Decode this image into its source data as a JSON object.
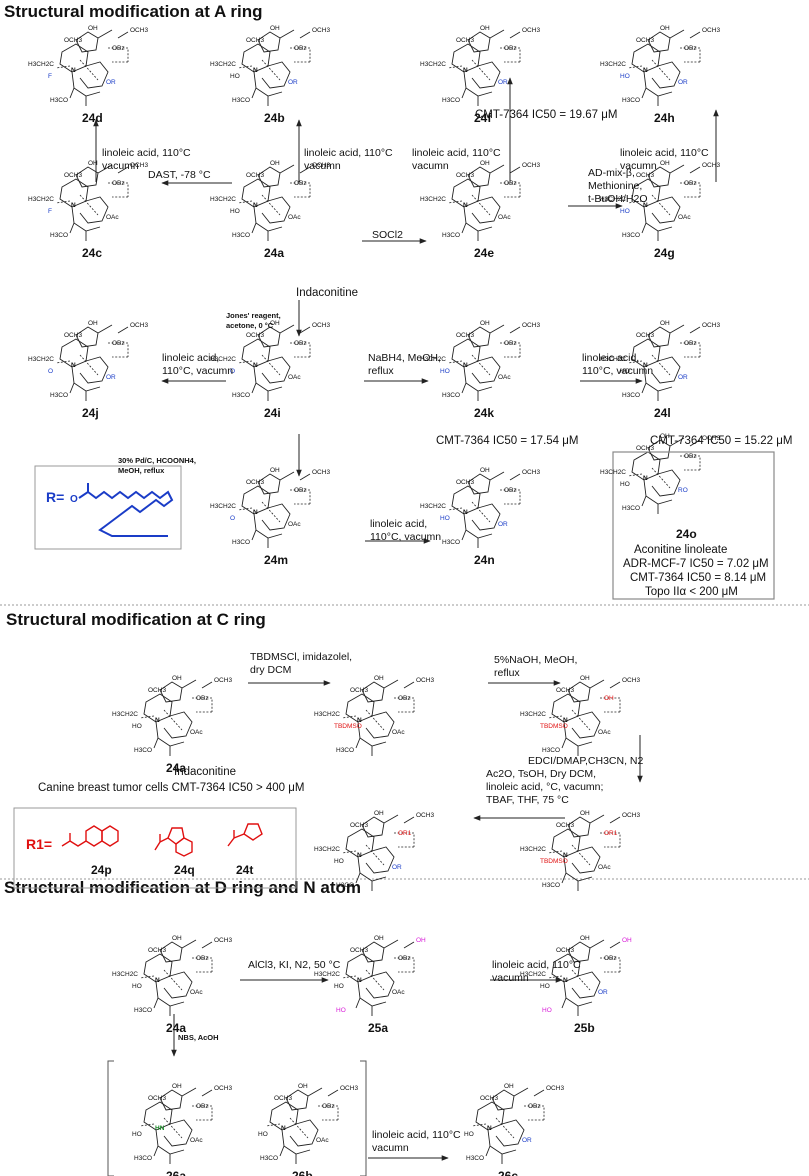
{
  "sections": [
    {
      "title": "Structural modification at A ring"
    },
    {
      "title": "Structural modification at C ring"
    },
    {
      "title": "Structural modification at D ring and N atom"
    }
  ],
  "molecules": [
    {
      "id": "24d",
      "labels": {
        "a": "OCH3",
        "b": "OBz",
        "c": "N",
        "d": "OR",
        "e": "H3CH2C",
        "f": "H3CO",
        "g": "F"
      },
      "colors": {
        "g": "#1a3cc7",
        "d": "#1a3cc7"
      }
    },
    {
      "id": "24b",
      "labels": {
        "a": "OCH3",
        "b": "OBz",
        "c": "N",
        "d": "OR",
        "e": "H3CH2C",
        "f": "H3CO",
        "g": "HO"
      },
      "colors": {
        "d": "#1a3cc7"
      }
    },
    {
      "id": "24f",
      "labels": {
        "a": "OCH3",
        "b": "OBz",
        "c": "N",
        "d": "OR",
        "e": "H3CH2C",
        "f": "H3CO",
        "g": ""
      },
      "colors": {
        "d": "#1a3cc7"
      }
    },
    {
      "id": "24h",
      "labels": {
        "a": "OCH3",
        "b": "OBz",
        "c": "N",
        "d": "OR",
        "e": "H3CH2C",
        "f": "H3CO",
        "g": "HO"
      },
      "colors": {
        "d": "#1a3cc7",
        "g": "#1a3cc7"
      }
    },
    {
      "id": "24c",
      "labels": {
        "a": "OCH3",
        "b": "OBz",
        "c": "N",
        "d": "OAc",
        "e": "H3CH2C",
        "f": "H3CO",
        "g": "F"
      },
      "colors": {
        "g": "#1a3cc7"
      }
    },
    {
      "id": "24a",
      "labels": {
        "a": "OCH3",
        "b": "OBz",
        "c": "N",
        "d": "OAc",
        "e": "H3CH2C",
        "f": "H3CO",
        "g": "HO"
      },
      "colors": {}
    },
    {
      "id": "24e",
      "labels": {
        "a": "OCH3",
        "b": "OBz",
        "c": "N",
        "d": "OAc",
        "e": "H3CH2C",
        "f": "H3CO",
        "g": ""
      },
      "colors": {}
    },
    {
      "id": "24g",
      "labels": {
        "a": "OCH3",
        "b": "OBz",
        "c": "N",
        "d": "OAc",
        "e": "H3CH2C",
        "f": "H3CO",
        "g": "HO"
      },
      "colors": {
        "g": "#1a3cc7"
      }
    },
    {
      "id": "24j",
      "labels": {
        "a": "OCH3",
        "b": "OBz",
        "c": "N",
        "d": "OR",
        "e": "H3CH2C",
        "f": "H3CO",
        "g": "O"
      },
      "colors": {
        "d": "#1a3cc7",
        "g": "#1a3cc7"
      }
    },
    {
      "id": "24i",
      "labels": {
        "a": "OCH3",
        "b": "OBz",
        "c": "N",
        "d": "OAc",
        "e": "H3CH2C",
        "f": "H3CO",
        "g": "O"
      },
      "colors": {
        "g": "#1a3cc7"
      }
    },
    {
      "id": "24k",
      "labels": {
        "a": "OCH3",
        "b": "OBz",
        "c": "N",
        "d": "OAc",
        "e": "H3CH2C",
        "f": "H3CO",
        "g": "HO"
      },
      "colors": {
        "g": "#1a3cc7"
      }
    },
    {
      "id": "24l",
      "labels": {
        "a": "OCH3",
        "b": "OBz",
        "c": "N",
        "d": "OR",
        "e": "H3CH2C",
        "f": "H3CO",
        "g": "HO"
      },
      "colors": {
        "d": "#1a3cc7"
      }
    },
    {
      "id": "24m",
      "labels": {
        "a": "OCH3",
        "b": "OBz",
        "c": "N",
        "d": "OAc",
        "e": "H3CH2C",
        "f": "H3CO",
        "g": "O"
      },
      "colors": {
        "g": "#1a3cc7"
      }
    },
    {
      "id": "24n",
      "labels": {
        "a": "OCH3",
        "b": "OBz",
        "c": "N",
        "d": "OR",
        "e": "H3CH2C",
        "f": "H3CO",
        "g": "HO"
      },
      "colors": {
        "d": "#1a3cc7",
        "g": "#1a3cc7"
      }
    },
    {
      "id": "24o",
      "labels": {
        "a": "OCH3",
        "b": "OBz",
        "c": "N",
        "d": "RO",
        "e": "H3CH2C",
        "f": "H3CO",
        "g": "HO"
      },
      "colors": {
        "d": "#1a3cc7"
      }
    },
    {
      "id": "24a",
      "labels": {
        "a": "OCH3",
        "b": "OBz",
        "c": "N",
        "d": "OAc",
        "e": "H3CH2C",
        "f": "H3CO",
        "g": "HO"
      },
      "colors": {}
    },
    {
      "id": "",
      "labels": {
        "a": "OCH3",
        "b": "OBz",
        "c": "N",
        "d": "OAc",
        "e": "H3CH2C",
        "f": "H3CO",
        "g": "TBDMSO"
      },
      "colors": {
        "g": "#e01010"
      }
    },
    {
      "id": "",
      "labels": {
        "a": "OCH3",
        "b": "OH",
        "c": "N",
        "d": "OAc",
        "e": "H3CH2C",
        "f": "H3CO",
        "g": "TBDMSO"
      },
      "colors": {
        "g": "#e01010",
        "b": "#e01010"
      }
    },
    {
      "id": "",
      "labels": {
        "a": "OCH3",
        "b": "OR1",
        "c": "N",
        "d": "OAc",
        "e": "H3CH2C",
        "f": "H3CO",
        "g": "TBDMSO"
      },
      "colors": {
        "g": "#e01010",
        "b": "#e01010"
      }
    },
    {
      "id": "",
      "labels": {
        "a": "OCH3",
        "b": "OR1",
        "c": "N",
        "d": "OR",
        "e": "H3CH2C",
        "f": "H3CO",
        "g": "HO"
      },
      "colors": {
        "b": "#e01010",
        "d": "#1a3cc7"
      }
    },
    {
      "id": "24a",
      "labels": {
        "a": "OCH3",
        "b": "OBz",
        "c": "N",
        "d": "OAc",
        "e": "H3CH2C",
        "f": "H3CO",
        "g": "HO"
      },
      "colors": {}
    },
    {
      "id": "25a",
      "labels": {
        "a": "OH",
        "b": "OBz",
        "c": "N",
        "d": "OAc",
        "e": "H3CH2C",
        "f": "HO",
        "g": "HO"
      },
      "colors": {
        "a": "#d81bd8",
        "f": "#d81bd8"
      }
    },
    {
      "id": "25b",
      "labels": {
        "a": "OH",
        "b": "OBz",
        "c": "N",
        "d": "OR",
        "e": "H3CH2C",
        "f": "HO",
        "g": "HO"
      },
      "colors": {
        "a": "#d81bd8",
        "f": "#d81bd8",
        "d": "#1a3cc7"
      }
    },
    {
      "id": "26a",
      "labels": {
        "a": "OCH3",
        "b": "OBz",
        "c": "HN",
        "d": "OAc",
        "e": "",
        "f": "H3CO",
        "g": "HO"
      },
      "colors": {
        "c": "#1f8a2c"
      }
    },
    {
      "id": "26b",
      "labels": {
        "a": "OCH3",
        "b": "OBz",
        "c": "N",
        "d": "OAc",
        "e": "",
        "f": "H3CO",
        "g": "HO"
      },
      "colors": {}
    },
    {
      "id": "26c",
      "labels": {
        "a": "OCH3",
        "b": "OBz",
        "c": "N",
        "d": "OR",
        "e": "",
        "f": "H3CO",
        "g": "HO"
      },
      "colors": {
        "d": "#1a3cc7"
      }
    }
  ],
  "reagents": {
    "r1": [
      "linoleic acid, 110°C",
      "vacumn"
    ],
    "r2": [
      "linoleic acid, 110°C",
      "vacumn"
    ],
    "r3": [
      "linoleic acid, 110°C",
      "vacumn"
    ],
    "r4": [
      "linoleic acid, 110°C",
      "vacumn"
    ],
    "r5": [
      "DAST, -78 °C"
    ],
    "r6": [
      "SOCl2"
    ],
    "r7": [
      "AD-mix-β,",
      "Methionine,",
      "t-BuOH/H2O"
    ],
    "r8": [
      "Jones' reagent,",
      "acetone, 0 °C"
    ],
    "r9": [
      "linoleic acid,",
      "110°C, vacumn"
    ],
    "r10": [
      "NaBH4, MeOH,",
      "reflux"
    ],
    "r11": [
      "linoleic acid,",
      "110°C, vacumn"
    ],
    "r12": [
      "30% Pd/C, HCOONH4,",
      "MeOH, reflux"
    ],
    "r13": [
      "linoleic acid,",
      "110°C, vacumn"
    ],
    "r14": [
      "TBDMSCl, imidazolel,",
      "dry DCM"
    ],
    "r15": [
      "5%NaOH, MeOH,",
      "reflux"
    ],
    "r16": [
      "EDCI/DMAP,CH3CN, N2"
    ],
    "r17": [
      "Ac2O, TsOH, Dry DCM,",
      "linoleic acid, °C, vacumn;",
      "TBAF, THF, 75 °C"
    ],
    "r18": [
      "AlCl3, KI, N2, 50 °C"
    ],
    "r19": [
      "linoleic acid, 110°C",
      "vacumn"
    ],
    "r20": [
      "NBS, AcOH"
    ],
    "r21": [
      "linoleic acid, 110°C",
      "vacumn"
    ]
  },
  "annotations": {
    "ic24f": "CMT-7364 IC50 = 19.67 μM",
    "ic24k": "CMT-7364 IC50 = 17.54 μM",
    "ic24l": "CMT-7364 IC50 = 15.22 μM",
    "name24a": "Indaconitine",
    "name24a_c": "Indaconitine",
    "ic24a_c": "Canine breast tumor cells CMT-7364 IC50 > 400 μM",
    "box24o": [
      "24o",
      "Aconitine linoleate",
      "ADR-MCF-7 IC50 = 7.02 μM",
      "CMT-7364 IC50 = 8.14 μM",
      "Topo IIα < 200 μM"
    ]
  },
  "r_group": {
    "label": "R=",
    "color": "#1a3cc7",
    "substituent": "linoleoyl"
  },
  "r1_group": {
    "label": "R1=",
    "color": "#e01010",
    "items": [
      "24p",
      "24q",
      "24t"
    ],
    "substituents": [
      "naphthalene-icon",
      "benzothiophene-icon",
      "thiophene-icon"
    ]
  }
}
